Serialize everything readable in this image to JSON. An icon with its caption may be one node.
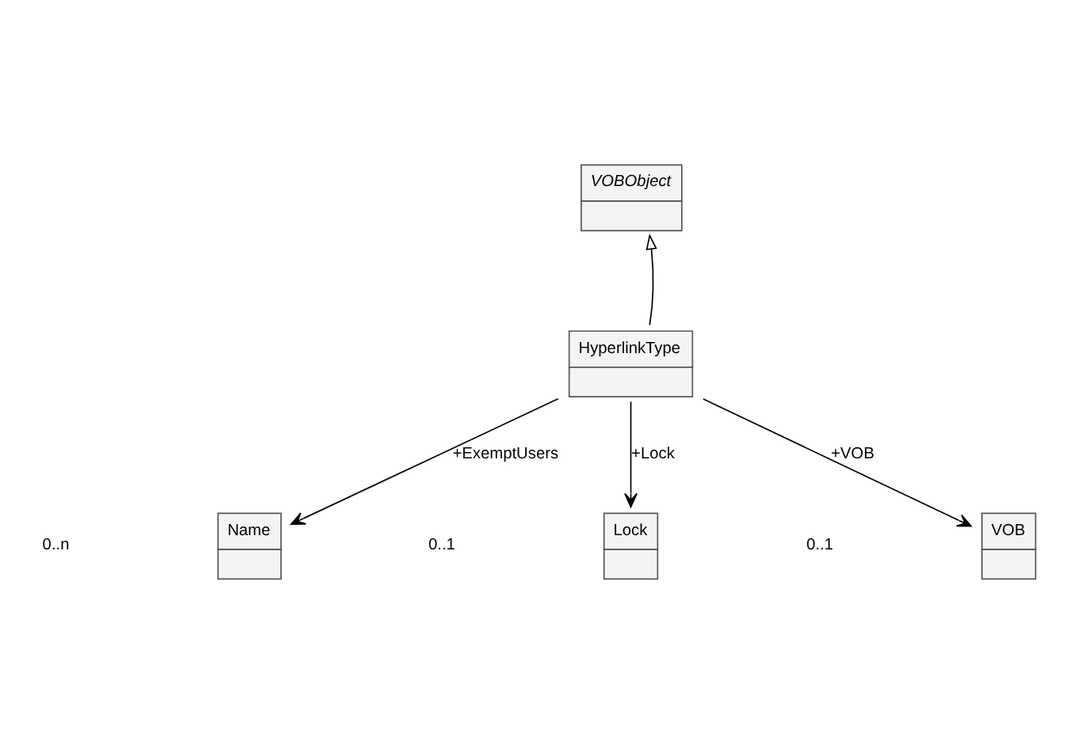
{
  "diagram": {
    "nodes": [
      {
        "text": [
          "VOBObject"
        ]
      },
      {
        "text": [
          "HyperlinkType"
        ]
      },
      {
        "text": [
          "Name"
        ]
      },
      {
        "text": [
          "Lock"
        ]
      },
      {
        "text": [
          "VOB"
        ]
      }
    ],
    "edges": [
      {
        "from": 1,
        "to": 0,
        "arrow": "to"
      },
      {
        "from": 1,
        "to": 2,
        "arrow": "to",
        "label": "+ExemptUsers"
      },
      {
        "from": 1,
        "to": 3,
        "arrow": "to",
        "label": "+Lock"
      },
      {
        "from": 1,
        "to": 4,
        "arrow": "to",
        "label": "+VOB"
      }
    ],
    "labels": [
      "0..n",
      "0..1",
      "0..1"
    ]
  }
}
